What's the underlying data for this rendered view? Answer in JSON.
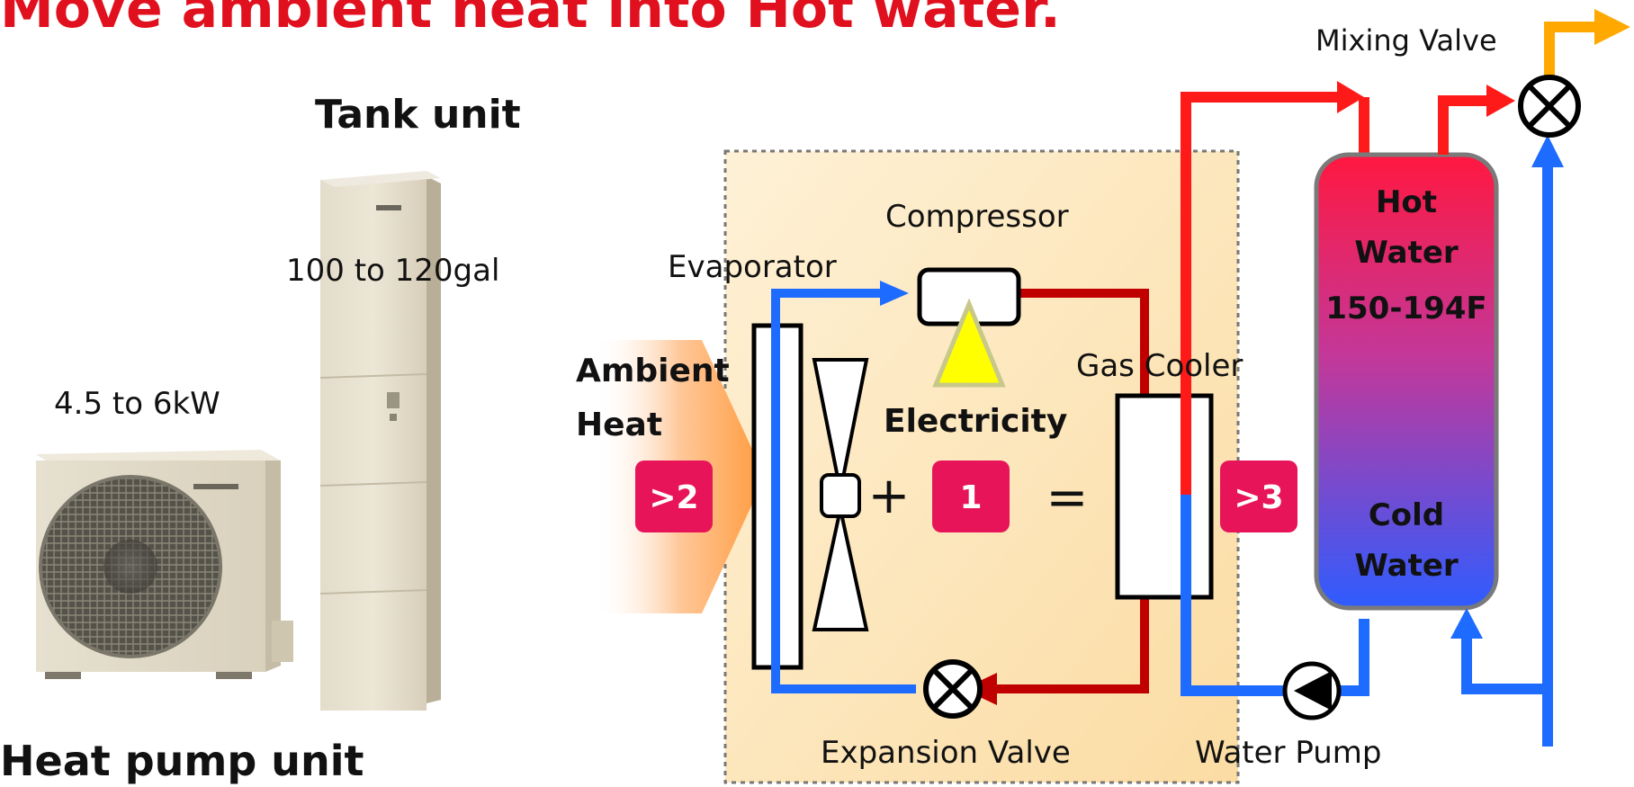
{
  "title": "Move ambient heat into Hot water.",
  "photo_labels": {
    "tank_unit": "Tank unit",
    "tank_capacity": "100 to 120gal",
    "heat_pump_power": "4.5 to 6kW",
    "heat_pump_unit": "Heat pump unit"
  },
  "components": {
    "mixing_valve": "Mixing Valve",
    "compressor": "Compressor",
    "evaporator": "Evaporator",
    "gas_cooler": "Gas Cooler",
    "expansion_valve": "Expansion Valve",
    "water_pump": "Water Pump"
  },
  "energy": {
    "ambient_line1": "Ambient",
    "ambient_line2": "Heat",
    "ambient_value": ">2",
    "plus": "+",
    "electricity": "Electricity",
    "electricity_value": "1",
    "equals": "=",
    "output_value": ">3"
  },
  "tank": {
    "hot_line1": "Hot",
    "hot_line2": "Water",
    "hot_temp": "150-194F",
    "cold_line1": "Cold",
    "cold_line2": "Water"
  },
  "colors": {
    "title": "#e0101e",
    "hot_pipe": "#ff1a1a",
    "refrigerant_pipe": "#c00000",
    "cold_pipe": "#1e6bff",
    "badge": "#e8145a",
    "box_fill": "#fde9c3",
    "tank_top": "#ff1840",
    "tank_bottom": "#2f5cff",
    "outlet_arrow": "#ffa800"
  }
}
